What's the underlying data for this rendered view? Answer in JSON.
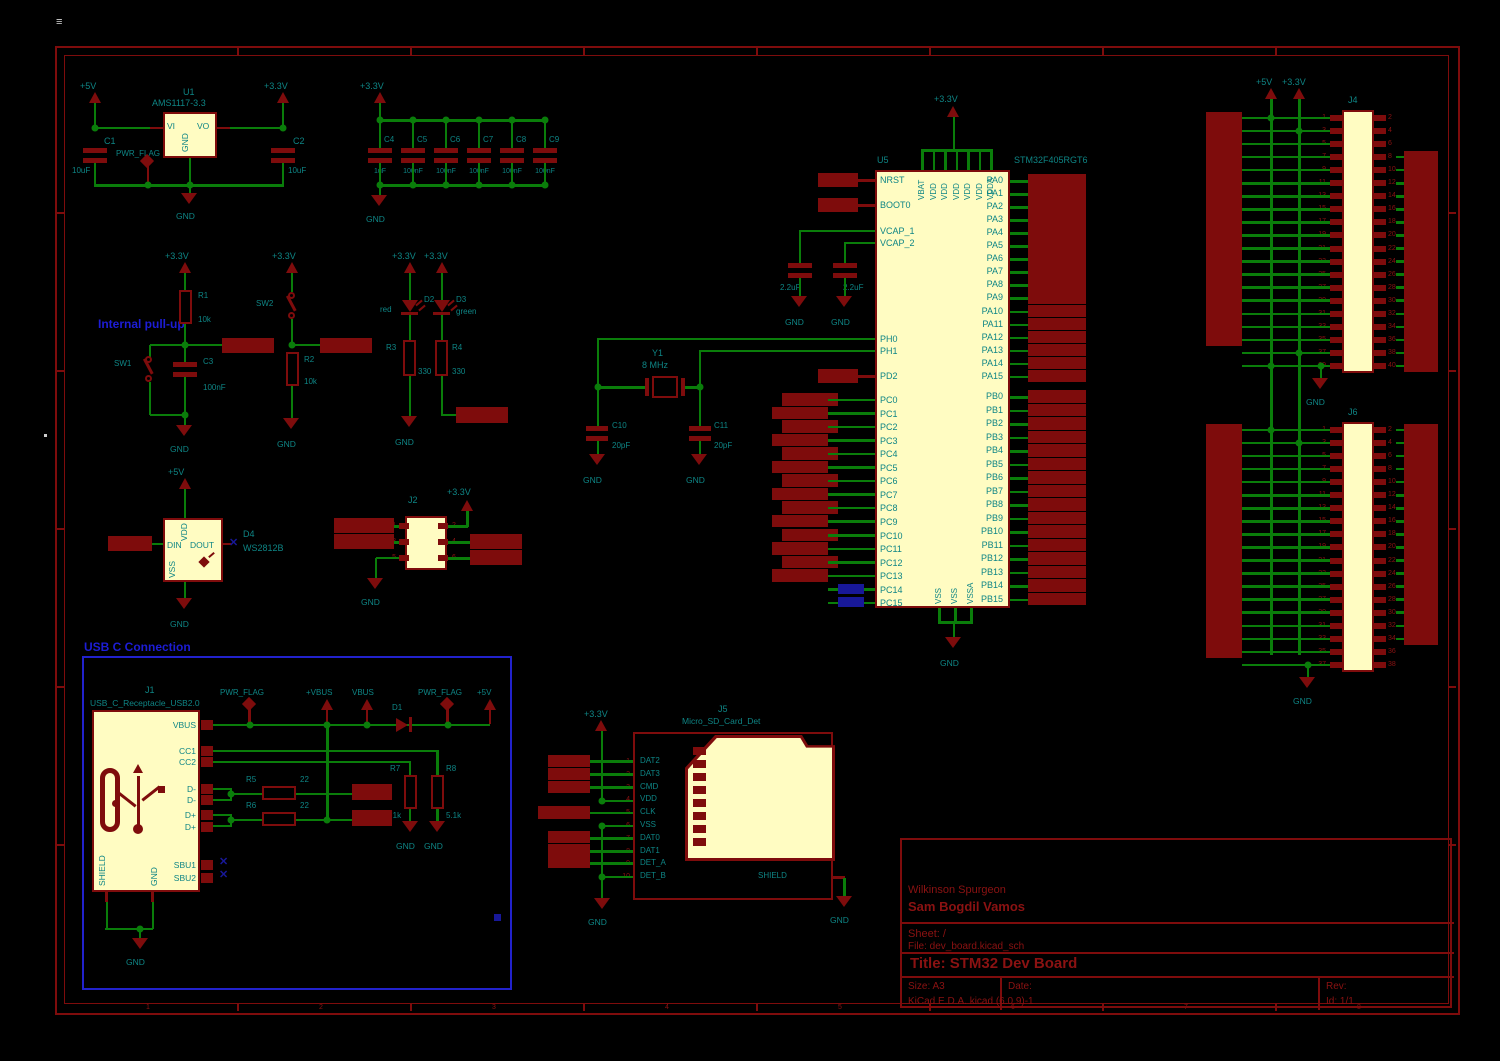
{
  "frame": {
    "zones": [
      "1",
      "2",
      "3",
      "4",
      "5",
      "6",
      "7",
      "8"
    ],
    "artifact": "≡"
  },
  "nets": {
    "v5": "+5V",
    "v33": "+3.3V",
    "gnd": "GND",
    "pwr_flag": "PWR_FLAG",
    "vbus_p": "+VBUS",
    "vbus": "VBUS"
  },
  "regulator": {
    "ref": "U1",
    "value": "AMS1117-3.3",
    "pin_vi": "VI",
    "pin_vo": "VO",
    "pin_gnd": "GND",
    "c_in": {
      "ref": "C1",
      "value": "10uF"
    },
    "c_out": {
      "ref": "C2",
      "value": "10uF"
    }
  },
  "cap_bank": {
    "caps": [
      {
        "ref": "C4",
        "value": "1uF"
      },
      {
        "ref": "C5",
        "value": "100nF"
      },
      {
        "ref": "C6",
        "value": "100nF"
      },
      {
        "ref": "C7",
        "value": "100nF"
      },
      {
        "ref": "C8",
        "value": "100nF"
      },
      {
        "ref": "C9",
        "value": "100nF"
      }
    ]
  },
  "reset_circuit": {
    "note": "Internal pull-up",
    "r": {
      "ref": "R1",
      "value": "10k"
    },
    "sw": {
      "ref": "SW1"
    },
    "c": {
      "ref": "C3",
      "value": "100nF"
    }
  },
  "boot_circuit": {
    "sw": {
      "ref": "SW2"
    },
    "r": {
      "ref": "R2",
      "value": "10k"
    }
  },
  "led1": {
    "d": {
      "ref": "D2",
      "value": "red"
    },
    "r": {
      "ref": "R3",
      "value": "330"
    }
  },
  "led2": {
    "d": {
      "ref": "D3",
      "value": "green"
    },
    "r": {
      "ref": "R4",
      "value": "330"
    }
  },
  "ws2812": {
    "ref": "D4",
    "value": "WS2812B",
    "nc": "✕",
    "pins": {
      "vdd": "VDD",
      "din": "DIN",
      "dout": "DOUT",
      "vss": "VSS"
    }
  },
  "swd": {
    "ref": "J2",
    "left_nums": [
      "1",
      "3",
      "5"
    ],
    "right_nums": [
      "2",
      "4",
      "6"
    ]
  },
  "mcu": {
    "ref": "U5",
    "value": "STM32F405RGT6",
    "top_pins": [
      "VBAT",
      "VDD",
      "VDD",
      "VDD",
      "VDD",
      "VDD",
      "VDDA"
    ],
    "bottom_pins": [
      "VSS",
      "VSS",
      "VSSA"
    ],
    "nrst": "NRST",
    "boot0": "BOOT0",
    "vcap1": "VCAP_1",
    "vcap2": "VCAP_2",
    "ph0": "PH0",
    "ph1": "PH1",
    "pd2": "PD2",
    "pa": [
      "PA0",
      "PA1",
      "PA2",
      "PA3",
      "PA4",
      "PA5",
      "PA6",
      "PA7",
      "PA8",
      "PA9",
      "PA10",
      "PA11",
      "PA12",
      "PA13",
      "PA14",
      "PA15"
    ],
    "pb": [
      "PB0",
      "PB1",
      "PB2",
      "PB3",
      "PB4",
      "PB5",
      "PB6",
      "PB7",
      "PB8",
      "PB9",
      "PB10",
      "PB11",
      "PB12",
      "PB13",
      "PB14",
      "PB15"
    ],
    "pc": [
      "PC0",
      "PC1",
      "PC2",
      "PC3",
      "PC4",
      "PC5",
      "PC6",
      "PC7",
      "PC8",
      "PC9",
      "PC10",
      "PC11",
      "PC12",
      "PC13",
      "PC14",
      "PC15"
    ],
    "vcap_c1": {
      "value": "2.2uF"
    },
    "vcap_c2": {
      "value": "2.2uF"
    },
    "crystal": {
      "ref": "Y1",
      "value": "8 MHz"
    },
    "c_xtal1": {
      "ref": "C10",
      "value": "20pF"
    },
    "c_xtal2": {
      "ref": "C11",
      "value": "20pF"
    }
  },
  "header1": {
    "ref": "J4",
    "left_nums": [
      "1",
      "3",
      "5",
      "7",
      "9",
      "11",
      "13",
      "15",
      "17",
      "19",
      "21",
      "23",
      "25",
      "27",
      "29",
      "31",
      "33",
      "35",
      "37",
      "39"
    ],
    "right_nums": [
      "2",
      "4",
      "6",
      "8",
      "10",
      "12",
      "14",
      "16",
      "18",
      "20",
      "22",
      "24",
      "26",
      "28",
      "30",
      "32",
      "34",
      "36",
      "38",
      "40"
    ]
  },
  "header2": {
    "ref": "J6",
    "left_nums": [
      "1",
      "3",
      "5",
      "7",
      "9",
      "11",
      "13",
      "15",
      "17",
      "19",
      "21",
      "23",
      "25",
      "27",
      "29",
      "31",
      "33",
      "35",
      "37"
    ],
    "right_nums": [
      "2",
      "4",
      "6",
      "8",
      "10",
      "12",
      "14",
      "16",
      "18",
      "20",
      "22",
      "24",
      "26",
      "28",
      "30",
      "32",
      "34",
      "36",
      "38"
    ]
  },
  "usb": {
    "section_title": "USB C Connection",
    "ref": "J1",
    "value": "USB_C_Receptacle_USB2.0",
    "pins": {
      "vbus": "VBUS",
      "cc1": "CC1",
      "cc2": "CC2",
      "dm": "D-",
      "dp": "D+",
      "sbu1": "SBU1",
      "sbu2": "SBU2",
      "shield": "SHIELD",
      "gnd": "GND"
    },
    "d1": {
      "ref": "D1"
    },
    "nc": "✕",
    "r5": {
      "ref": "R5",
      "value": "22"
    },
    "r6": {
      "ref": "R6",
      "value": "22"
    },
    "r7": {
      "ref": "R7",
      "value": "5.1k"
    },
    "r8": {
      "ref": "R8",
      "value": "5.1k"
    }
  },
  "sd": {
    "ref": "J5",
    "value": "Micro_SD_Card_Det",
    "shield": "SHIELD",
    "pins": [
      {
        "n": "1",
        "name": "DAT2"
      },
      {
        "n": "2",
        "name": "DAT3"
      },
      {
        "n": "3",
        "name": "CMD"
      },
      {
        "n": "4",
        "name": "VDD"
      },
      {
        "n": "5",
        "name": "CLK"
      },
      {
        "n": "6",
        "name": "VSS"
      },
      {
        "n": "7",
        "name": "DAT0"
      },
      {
        "n": "8",
        "name": "DAT1"
      },
      {
        "n": "9",
        "name": "DET_A"
      },
      {
        "n": "10",
        "name": "DET_B"
      }
    ]
  },
  "title_block": {
    "comment": "Wilkinson Spurgeon",
    "author": "Sam Bogdil Vamos",
    "sheet": "Sheet: /",
    "file": "File: dev_board.kicad_sch",
    "title": "Title: STM32 Dev Board",
    "size": "Size: A3",
    "date": "Date:",
    "rev": "Rev:",
    "tool": "KiCad E.D.A.  kicad (6.0.9)-1",
    "id": "Id: 1/1"
  }
}
